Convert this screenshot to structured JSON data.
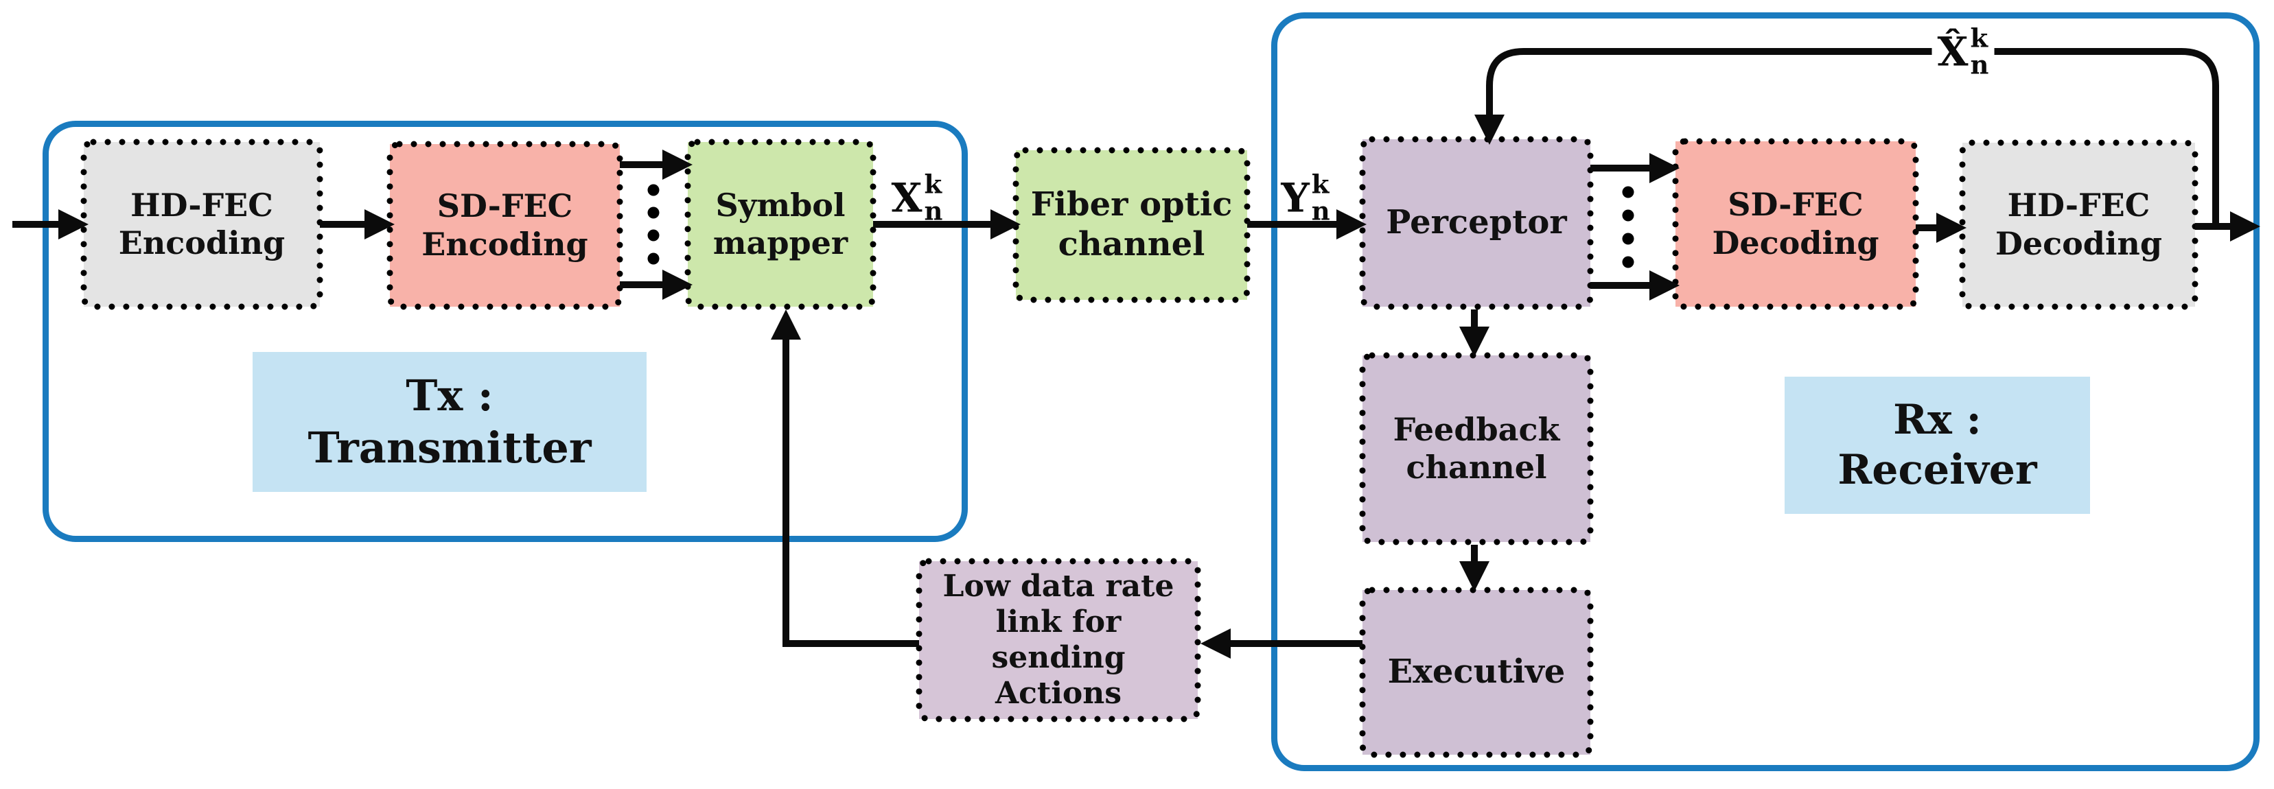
{
  "figure": {
    "colors": {
      "frame": "#1a7bbf",
      "line": "#0b0b0b",
      "gray": "#e4e4e4",
      "salmon": "#f8b2a9",
      "green": "#cde7ab",
      "purple": "#cfc0d4",
      "purple_light": "#d6c5d7",
      "lightblue": "#c5e3f3",
      "text": "#111111"
    },
    "tx_region": {
      "title": "Tx :\nTransmitter"
    },
    "rx_region": {
      "title": "Rx :\nReceiver"
    },
    "blocks": {
      "hd_fec_encoding": "HD-FEC\nEncoding",
      "sd_fec_encoding": "SD-FEC\nEncoding",
      "symbol_mapper": "Symbol\nmapper",
      "fiber_optic_channel": "Fiber optic\nchannel",
      "perceptor": "Perceptor",
      "sd_fec_decoding": "SD-FEC\nDecoding",
      "hd_fec_decoding": "HD-FEC\nDecoding",
      "feedback_channel": "Feedback\nchannel",
      "executive": "Executive",
      "low_data_rate_link": "Low data rate\nlink for\nsending\nActions"
    },
    "signals": {
      "channel_input": {
        "base": "X",
        "sup": "k",
        "sub": "n"
      },
      "channel_output": {
        "base": "Y",
        "sup": "k",
        "sub": "n"
      },
      "estimate": {
        "base": "X̂",
        "sup": "k",
        "sub": "n"
      }
    }
  }
}
